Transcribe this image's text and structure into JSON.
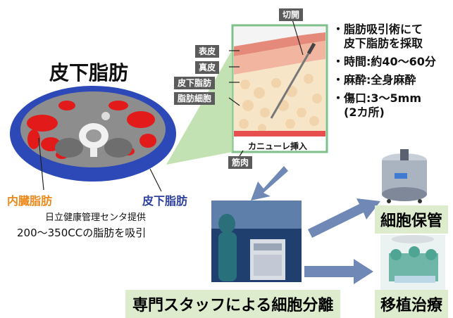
{
  "ct": {
    "title": "皮下脂肪",
    "visceral_label": "内臓脂肪",
    "subcutaneous_label": "皮下脂肪",
    "credit": "日立健康管理センタ提供",
    "caption": "200〜350CCの脂肪を吸引"
  },
  "tissue": {
    "incision": "切開",
    "layers": [
      "表皮",
      "真皮",
      "皮下脂肪",
      "脂肪細胞"
    ],
    "cannula": "カニューレ挿入",
    "muscle": "筋肉"
  },
  "bullets": [
    "・脂肪吸引術にて",
    "　皮下脂肪を採取",
    "・時間:約40〜60分",
    "・麻酔:全身麻酔",
    "・傷口:3〜5mm",
    "　(2カ所)"
  ],
  "process": {
    "separation": "専門スタッフによる細胞分離",
    "storage": "細胞保管",
    "transplant": "移植治療"
  },
  "colors": {
    "subcutaneous_fat": "#2d49b8",
    "visceral_fat": "#e21a1a",
    "visceral_label": "#ee8a1c",
    "subcutaneous_label": "#2d3f9e",
    "arrow": "#6f88b6",
    "label_bg": "#dceccc"
  }
}
